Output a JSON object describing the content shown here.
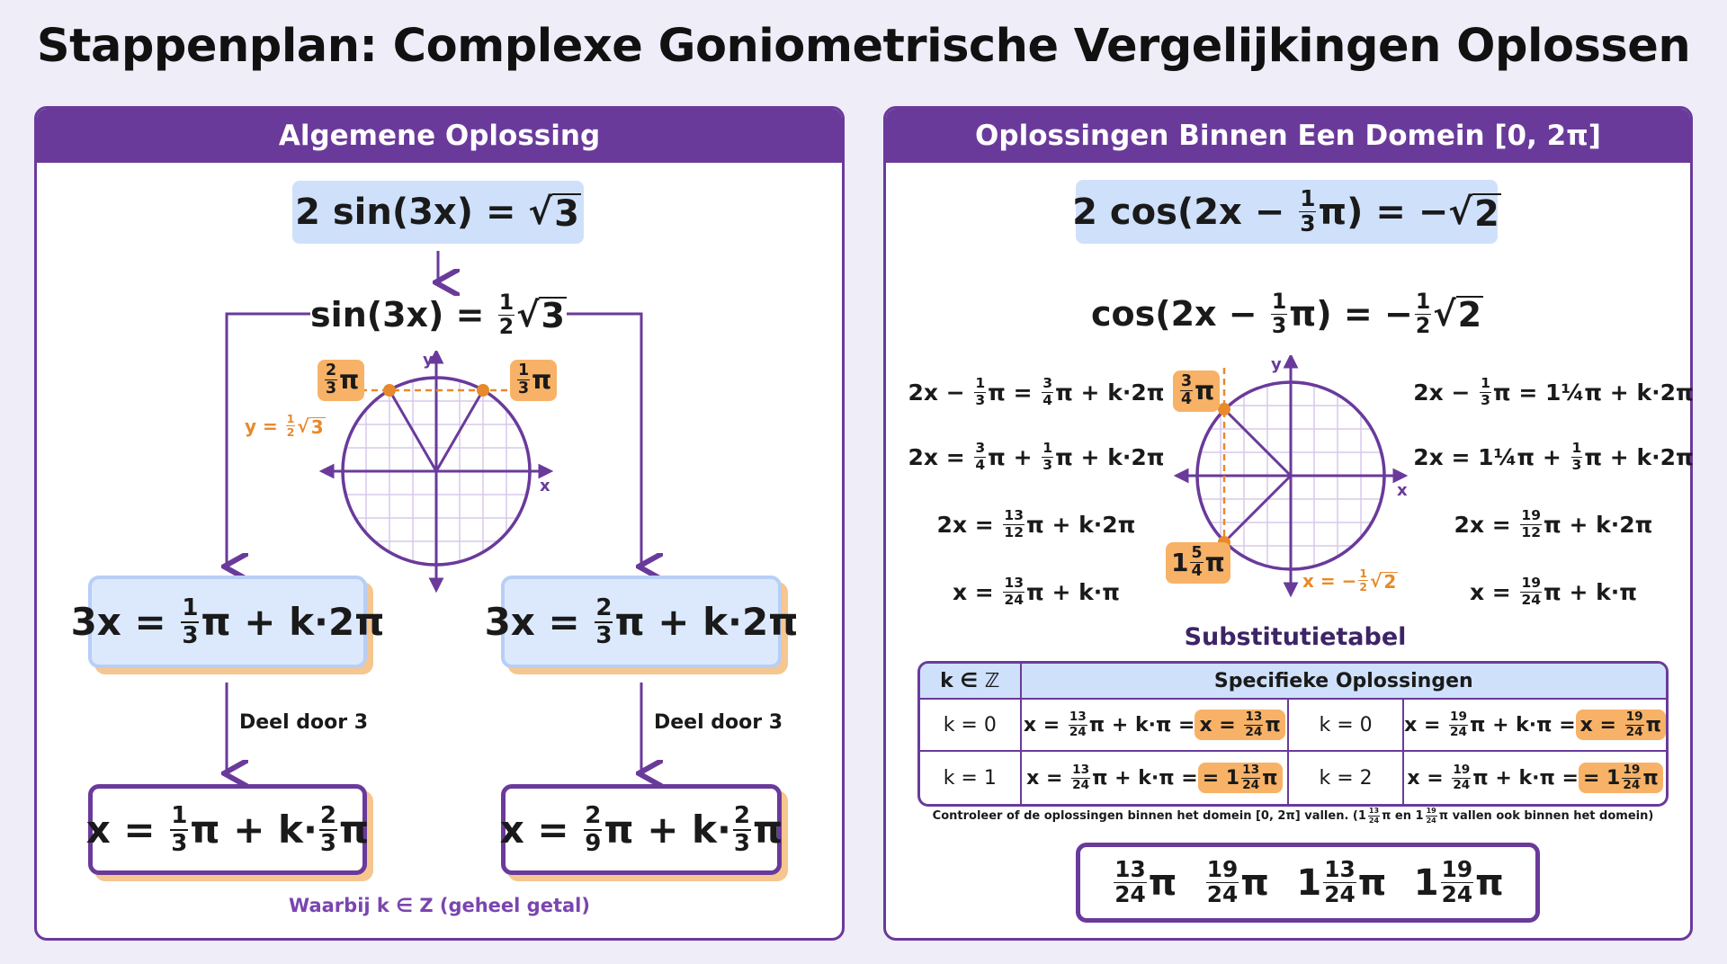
{
  "title": "Stappenplan: Complexe Goniometrische Vergelijkingen Oplossen",
  "colors": {
    "purple": "#6a3a9b",
    "light_blue": "#cfe0fb",
    "orange": "#f7b267",
    "orange_line": "#e8892b"
  },
  "left": {
    "header": "Algemene Oplossing",
    "equation": [
      "2 sin(3x) = ",
      {
        "sqrt": "3"
      }
    ],
    "step": [
      "sin(3x) = ",
      {
        "f": [
          "1",
          "2"
        ]
      },
      {
        "sqrt": "3"
      }
    ],
    "circle": {
      "badge_left": [
        {
          "f": [
            "2",
            "3"
          ]
        },
        "π"
      ],
      "badge_right": [
        {
          "f": [
            "1",
            "3"
          ]
        },
        "π"
      ],
      "line_label": [
        "y = ",
        {
          "f": [
            "1",
            "2"
          ]
        },
        {
          "sqrt": "3"
        }
      ],
      "x_label": "x",
      "y_label": "y"
    },
    "branch_a": [
      "3x = ",
      {
        "f": [
          "1",
          "3"
        ]
      },
      "π + k·2π"
    ],
    "branch_b": [
      "3x = ",
      {
        "f": [
          "2",
          "3"
        ]
      },
      "π + k·2π"
    ],
    "divide_label": "Deel door 3",
    "result_a": [
      "x = ",
      {
        "f": [
          "1",
          "3"
        ]
      },
      "π + k·",
      {
        "f": [
          "2",
          "3"
        ]
      },
      "π"
    ],
    "result_b": [
      "x = ",
      {
        "f": [
          "2",
          "9"
        ]
      },
      "π + k·",
      {
        "f": [
          "2",
          "3"
        ]
      },
      "π"
    ],
    "footer": "Waarbij k ∈ Z (geheel getal)"
  },
  "right": {
    "header": "Oplossingen Binnen Een Domein [0, 2π]",
    "equation": [
      "2 cos(2x − ",
      {
        "f": [
          "1",
          "3"
        ]
      },
      "π) = −",
      {
        "sqrt": "2"
      }
    ],
    "step": [
      "cos(2x − ",
      {
        "f": [
          "1",
          "3"
        ]
      },
      "π) = −",
      {
        "f": [
          "1",
          "2"
        ]
      },
      {
        "sqrt": "2"
      }
    ],
    "left_steps": [
      [
        "2x − ",
        {
          "f": [
            "1",
            "3"
          ]
        },
        "π = ",
        {
          "f": [
            "3",
            "4"
          ]
        },
        "π + k·2π"
      ],
      [
        "2x = ",
        {
          "f": [
            "3",
            "4"
          ]
        },
        "π + ",
        {
          "f": [
            "1",
            "3"
          ]
        },
        "π + k·2π"
      ],
      [
        "2x = ",
        {
          "f": [
            "13",
            "12"
          ]
        },
        "π + k·2π"
      ],
      [
        "x = ",
        {
          "f": [
            "13",
            "24"
          ]
        },
        "π + k·π"
      ]
    ],
    "right_steps": [
      [
        "2x − ",
        {
          "f": [
            "1",
            "3"
          ]
        },
        "π = 1¼π + k·2π"
      ],
      [
        "2x = 1¼π + ",
        {
          "f": [
            "1",
            "3"
          ]
        },
        "π + k·2π"
      ],
      [
        "2x = ",
        {
          "f": [
            "19",
            "12"
          ]
        },
        "π + k·2π"
      ],
      [
        "x = ",
        {
          "f": [
            "19",
            "24"
          ]
        },
        "π + k·π"
      ]
    ],
    "circle": {
      "badge_top": [
        {
          "f": [
            "3",
            "4"
          ]
        },
        "π"
      ],
      "badge_bottom": [
        "1",
        {
          "f": [
            "5",
            "4"
          ]
        },
        "π"
      ],
      "line_label": [
        "x = −",
        {
          "f": [
            "1",
            "2"
          ]
        },
        {
          "sqrt": "2"
        }
      ],
      "x_label": "x",
      "y_label": "y"
    },
    "table": {
      "title": "Substitutietabel",
      "headers": [
        "k ∈ ℤ",
        "Specifieke Oplossingen"
      ],
      "rows": [
        {
          "k1": "k = 0",
          "e1": [
            "x = ",
            {
              "f": [
                "13",
                "24"
              ]
            },
            "π + k·π ="
          ],
          "h1": [
            "x = ",
            {
              "f": [
                "13",
                "24"
              ]
            },
            "π"
          ],
          "k2": "k = 0",
          "e2": [
            "x = ",
            {
              "f": [
                "19",
                "24"
              ]
            },
            "π + k·π ="
          ],
          "h2": [
            "x = ",
            {
              "f": [
                "19",
                "24"
              ]
            },
            "π"
          ]
        },
        {
          "k1": "k = 1",
          "e1": [
            "x = ",
            {
              "f": [
                "13",
                "24"
              ]
            },
            "π + k·π ="
          ],
          "h1": [
            "= 1",
            {
              "f": [
                "13",
                "24"
              ]
            },
            "π"
          ],
          "k2": "k = 2",
          "e2": [
            "x = ",
            {
              "f": [
                "19",
                "24"
              ]
            },
            "π + k·π ="
          ],
          "h2": [
            "= 1",
            {
              "f": [
                "19",
                "24"
              ]
            },
            "π"
          ]
        }
      ]
    },
    "note": [
      "Controleer of de oplossingen binnen het domein [0, 2π] vallen. (1",
      {
        "f": [
          "13",
          "24"
        ]
      },
      "π en 1",
      {
        "f": [
          "19",
          "24"
        ]
      },
      "π vallen ook binnen het domein)"
    ],
    "final": [
      [
        {
          "f": [
            "13",
            "24"
          ]
        },
        "π"
      ],
      [
        {
          "f": [
            "19",
            "24"
          ]
        },
        "π"
      ],
      [
        "1",
        {
          "f": [
            "13",
            "24"
          ]
        },
        "π"
      ],
      [
        "1",
        {
          "f": [
            "19",
            "24"
          ]
        },
        "π"
      ]
    ]
  }
}
